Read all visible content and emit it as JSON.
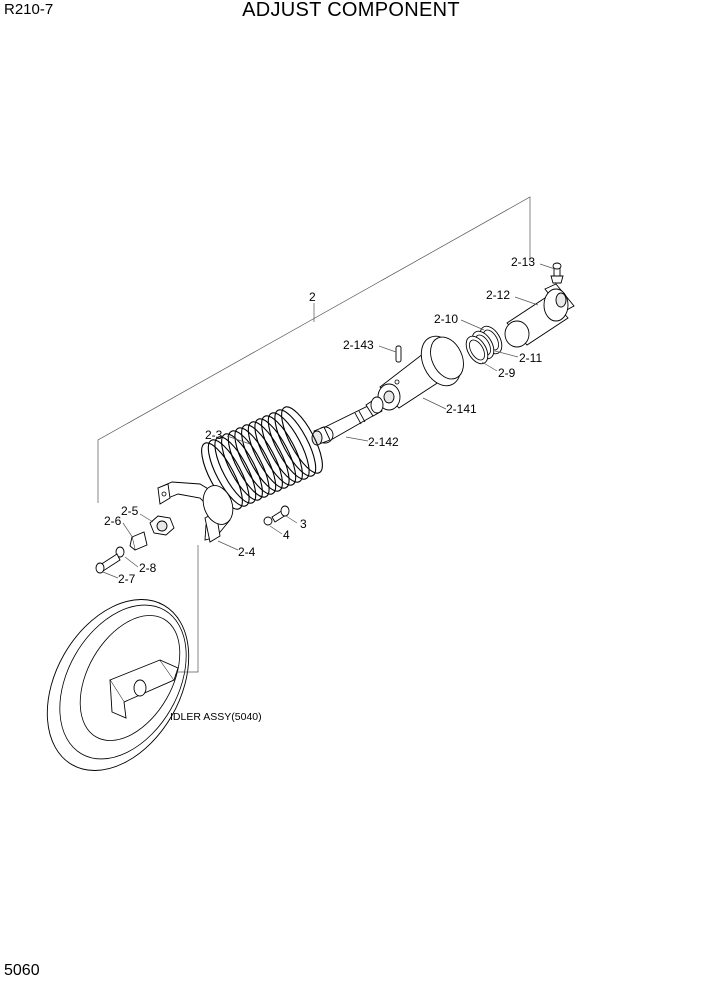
{
  "header": {
    "model": "R210-7",
    "title": "ADJUST COMPONENT"
  },
  "footer": {
    "page_number": "5060"
  },
  "callouts": {
    "c2": "2",
    "c2_13": "2-13",
    "c2_12": "2-12",
    "c2_10": "2-10",
    "c2_11": "2-11",
    "c2_9": "2-9",
    "c2_143": "2-143",
    "c2_141": "2-141",
    "c2_142": "2-142",
    "c2_3": "2-3",
    "c3": "3",
    "c4": "4",
    "c2_4": "2-4",
    "c2_5": "2-5",
    "c2_6": "2-6",
    "c2_7": "2-7",
    "c2_8": "2-8",
    "idler": "IDLER ASSY(5040)"
  }
}
